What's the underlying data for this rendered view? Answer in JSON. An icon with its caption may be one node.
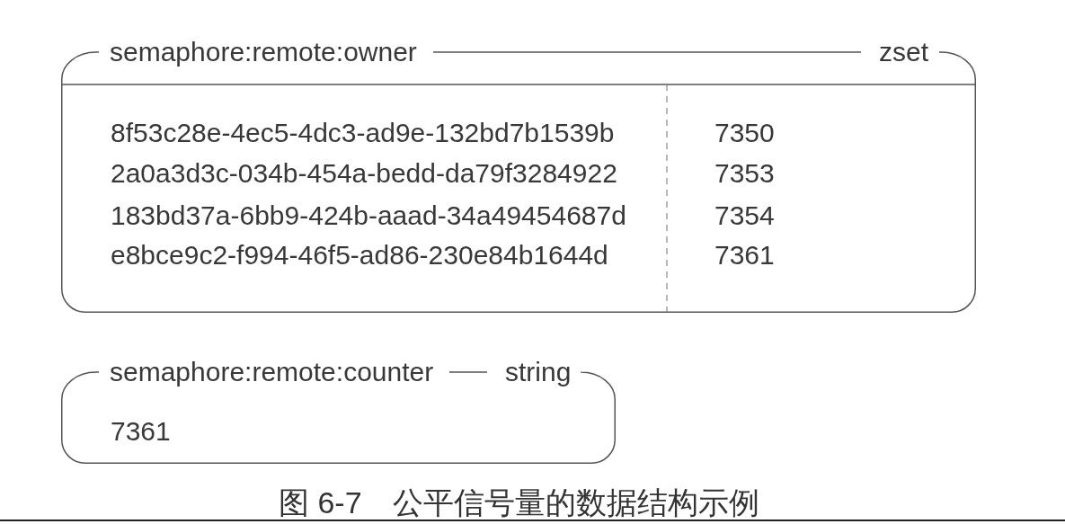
{
  "diagram": {
    "caption": "图 6-7　公平信号量的数据结构示例",
    "nodes": [
      {
        "text": [
          "semaphore:remote:owner",
          "zset",
          "8f53c28e-4ec5-4dc3-ad9e-132bd7b1539b",
          "7350",
          "2a0a3d3c-034b-454a-bedd-da79f3284922",
          "7353",
          "183bd37a-6bb9-424b-aaad-34a49454687d",
          "7354",
          "e8bce9c2-f994-46f5-ad86-230e84b1644d",
          "7361"
        ]
      },
      {
        "text": [
          "semaphore:remote:counter",
          "string",
          "7361"
        ]
      }
    ]
  }
}
